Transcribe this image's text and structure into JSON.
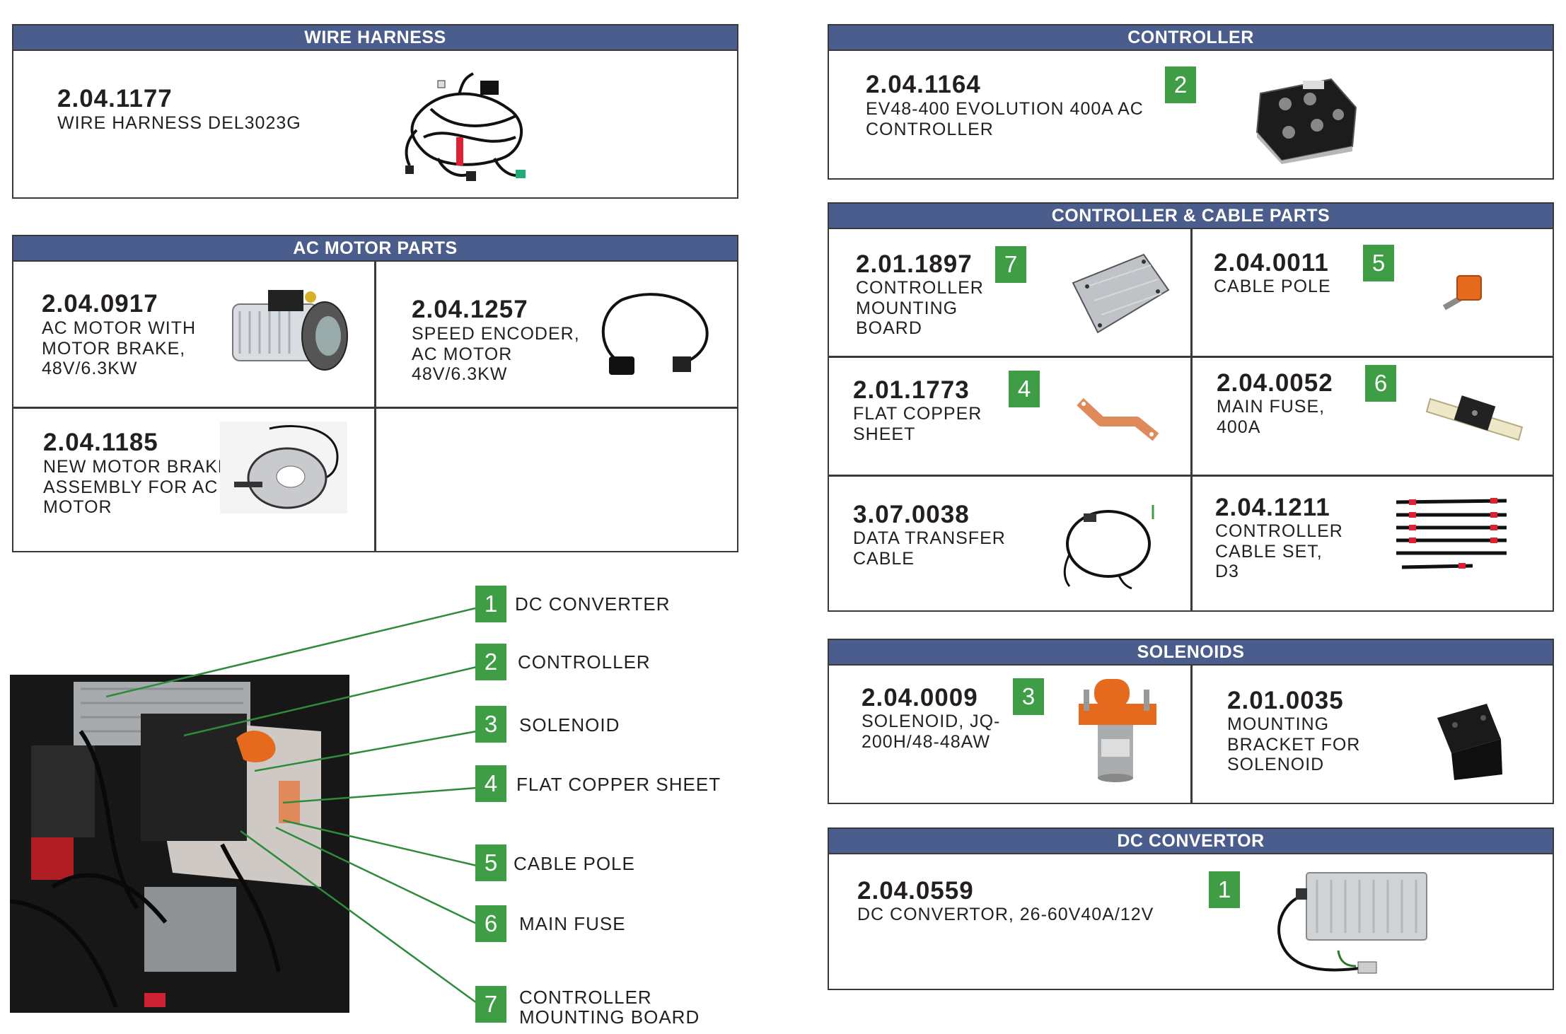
{
  "sections": {
    "wire_harness": {
      "title": "WIRE HARNESS",
      "pn": "2.04.1177",
      "desc": "WIRE HARNESS DEL3023G"
    },
    "ac_motor": {
      "title": "AC MOTOR PARTS",
      "items": [
        {
          "pn": "2.04.0917",
          "desc": "AC MOTOR WITH\nMOTOR BRAKE,\n48V/6.3KW"
        },
        {
          "pn": "2.04.1257",
          "desc": "SPEED ENCODER,\nAC MOTOR\n48V/6.3KW"
        },
        {
          "pn": "2.04.1185",
          "desc": "NEW MOTOR BRAKE\nASSEMBLY FOR AC\nMOTOR"
        }
      ]
    },
    "controller": {
      "title": "CONTROLLER",
      "pn": "2.04.1164",
      "desc": "EV48-400 EVOLUTION 400A  AC\nCONTROLLER",
      "badge": "2"
    },
    "cable_parts": {
      "title": "CONTROLLER & CABLE PARTS",
      "items": [
        {
          "pn": "2.01.1897",
          "desc": "CONTROLLER\nMOUNTING\nBOARD",
          "badge": "7"
        },
        {
          "pn": "2.04.0011",
          "desc": "CABLE POLE",
          "badge": "5"
        },
        {
          "pn": "2.01.1773",
          "desc": "FLAT COPPER\nSHEET",
          "badge": "4"
        },
        {
          "pn": "2.04.0052",
          "desc": "MAIN FUSE,\n400A",
          "badge": "6"
        },
        {
          "pn": "3.07.0038",
          "desc": "DATA TRANSFER\nCABLE"
        },
        {
          "pn": "2.04.1211",
          "desc": "CONTROLLER\nCABLE SET,\nD3"
        }
      ]
    },
    "solenoids": {
      "title": "SOLENOIDS",
      "items": [
        {
          "pn": "2.04.0009",
          "desc": "SOLENOID, JQ-\n200H/48-48AW",
          "badge": "3"
        },
        {
          "pn": "2.01.0035",
          "desc": "MOUNTING\nBRACKET FOR\nSOLENOID"
        }
      ]
    },
    "dc_convertor": {
      "title": "DC CONVERTOR",
      "pn": "2.04.0559",
      "desc": "DC CONVERTOR, 26-60V40A/12V",
      "badge": "1"
    }
  },
  "legend": [
    {
      "num": "1",
      "label": "DC CONVERTER"
    },
    {
      "num": "2",
      "label": "CONTROLLER"
    },
    {
      "num": "3",
      "label": "SOLENOID"
    },
    {
      "num": "4",
      "label": "FLAT COPPER SHEET"
    },
    {
      "num": "5",
      "label": "CABLE POLE"
    },
    {
      "num": "6",
      "label": "MAIN FUSE"
    },
    {
      "num": "7",
      "label": "CONTROLLER\nMOUNTING BOARD"
    }
  ],
  "colors": {
    "header_bg": "#4a5d8c",
    "badge_green": "#3f9d45",
    "leader_line": "#2e8b3a"
  }
}
